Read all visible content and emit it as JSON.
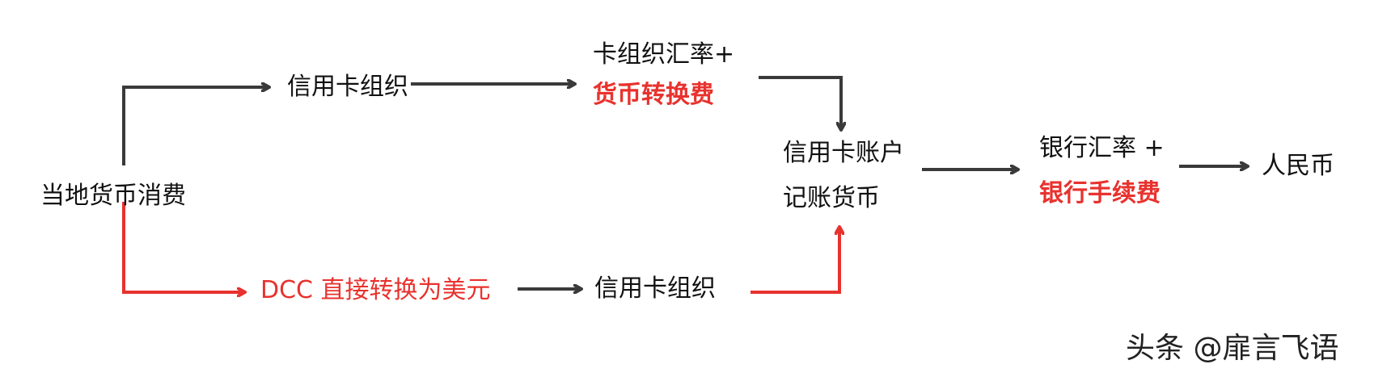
{
  "colors": {
    "black": "#3a3a3a",
    "red": "#e8322e",
    "text": "#111111"
  },
  "nodes": {
    "source": "当地货币消费",
    "top_org": "信用卡组织",
    "top_fee_line1": "卡组织汇率+",
    "top_fee_line2": "货币转换费",
    "account_line1": "信用卡账户",
    "account_line2": "记账货币",
    "bank_line1": "银行汇率 +",
    "bank_line2": "银行手续费",
    "result": "人民币",
    "dcc": "DCC 直接转换为美元",
    "bottom_org": "信用卡组织"
  },
  "watermark": "头条 @扉言飞语"
}
